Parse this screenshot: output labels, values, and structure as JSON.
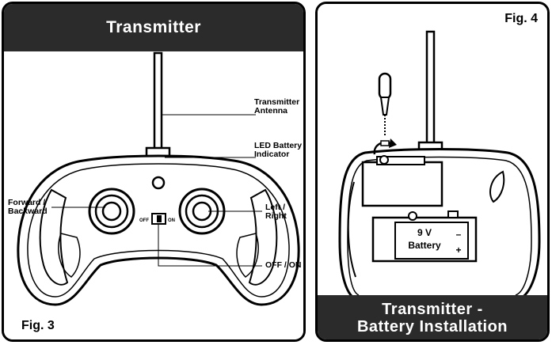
{
  "fig3": {
    "header_title": "Transmitter",
    "fig_label": "Fig. 3",
    "labels": {
      "antenna": "Transmitter\nAntenna",
      "led": "LED Battery\nIndicator",
      "forward": "Forward /\nBackward",
      "left_right": "Left /\nRight",
      "off_on": "OFF / ON",
      "switch_off": "OFF",
      "switch_on": "ON"
    }
  },
  "fig4": {
    "fig_label": "Fig. 4",
    "header_line1": "Transmitter -",
    "header_line2": "Battery Installation",
    "battery_text1": "9 V",
    "battery_text2": "Battery",
    "minus_sign": "–",
    "plus_sign": "+"
  }
}
